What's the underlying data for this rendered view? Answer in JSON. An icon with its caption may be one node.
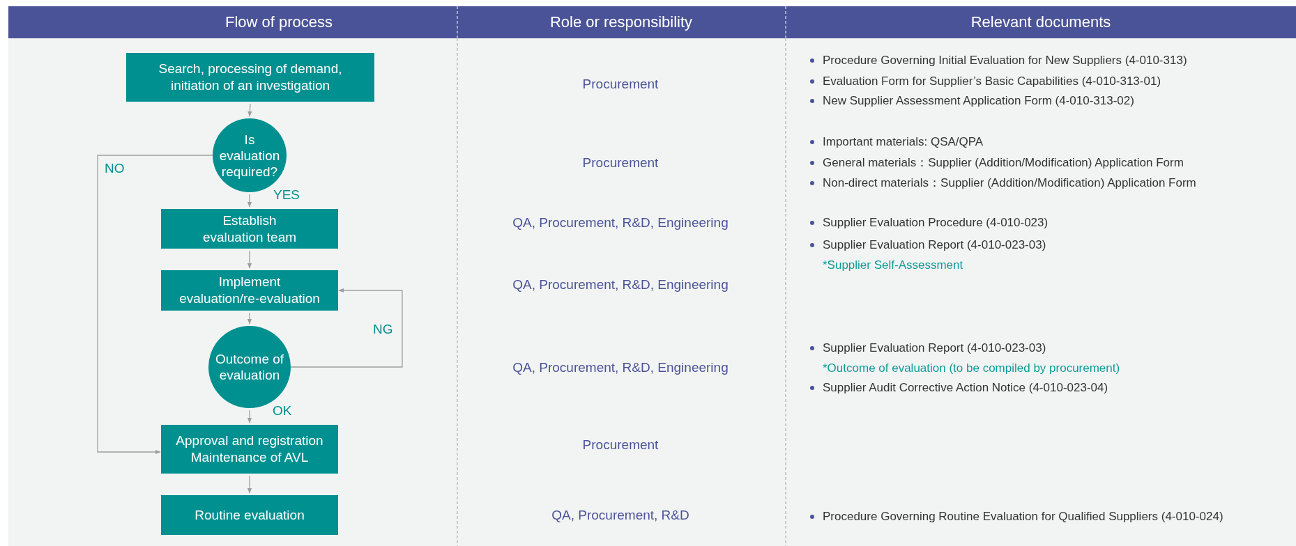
{
  "diagram": {
    "nodes": [
      {
        "text": [
          "Search, processing of demand, initiation of an investigation"
        ]
      },
      {
        "text": [
          "Is evaluation required?"
        ]
      },
      {
        "text": [
          "Establish evaluation team"
        ]
      },
      {
        "text": [
          "Implement evaluation/re-evaluation"
        ]
      },
      {
        "text": [
          "Outcome of evaluation"
        ]
      },
      {
        "text": [
          "Approval and registration Maintenance of AVL"
        ]
      },
      {
        "text": [
          "Routine evaluation"
        ]
      }
    ],
    "edges": [
      {
        "from": 0,
        "to": 1,
        "arrow": "to"
      },
      {
        "from": 1,
        "to": 2,
        "arrow": "to",
        "label": "YES"
      },
      {
        "from": 2,
        "to": 3,
        "arrow": "to"
      },
      {
        "from": 3,
        "to": 4,
        "arrow": "to"
      },
      {
        "from": 4,
        "to": 5,
        "arrow": "to",
        "label": "OK"
      },
      {
        "from": 5,
        "to": 6,
        "arrow": "to"
      },
      {
        "from": 1,
        "to": 5,
        "arrow": "to",
        "label": "NO"
      },
      {
        "from": 4,
        "to": 3,
        "arrow": "to",
        "label": "NG"
      }
    ],
    "labels": [
      "Flow of process",
      "Role or responsibility",
      "Relevant documents",
      "Procurement",
      "Procedure Governing Initial Evaluation for New Suppliers (4-010-313)",
      "Evaluation Form for Supplier’s Basic Capabilities (4-010-313-01)",
      "New Supplier Assessment Application Form (4-010-313-02)",
      "Procurement",
      "Important materials: QSA/QPA",
      "General materials：Supplier (Addition/Modification) Application Form",
      "Non-direct materials：Supplier (Addition/Modification) Application Form",
      "QA, Procurement, R&D, Engineering",
      "Supplier Evaluation Procedure (4-010-023)",
      "Supplier Evaluation Report (4-010-023-03)",
      "*Supplier Self-Assessment",
      "QA, Procurement, R&D, Engineering",
      "QA, Procurement, R&D, Engineering",
      "Supplier Evaluation Report (4-010-023-03)",
      "*Outcome of evaluation (to be compiled by procurement)",
      "Supplier Audit Corrective Action Notice (4-010-023-04)",
      "Procurement",
      "QA, Procurement, R&D",
      "Procedure Governing Routine Evaluation for Qualified Suppliers (4-010-024)"
    ]
  }
}
